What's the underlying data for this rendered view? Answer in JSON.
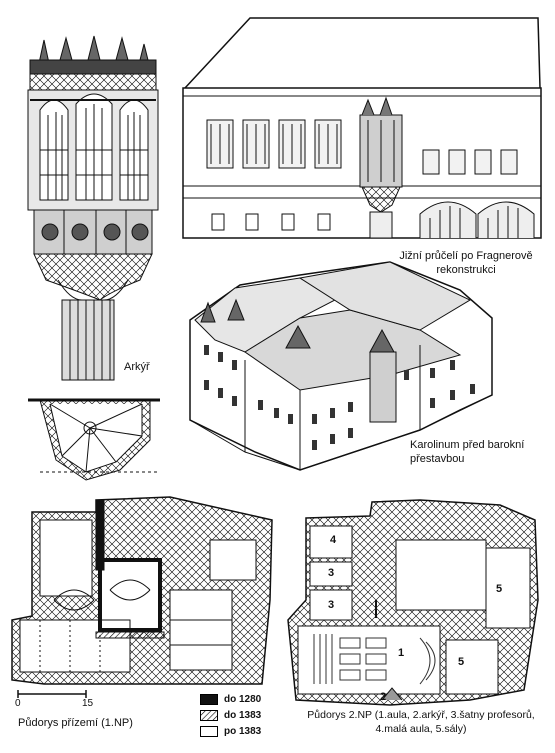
{
  "captions": {
    "south_facade_line1": "Jižní průčelí po Fragnerově",
    "south_facade_line2": "rekonstrukci",
    "oriel": "Arkýř",
    "karolinum_line1": "Karolinum před barokní",
    "karolinum_line2": "přestavbou",
    "ground_plan": "Půdorys přízemí (1.NP)",
    "second_floor_line1": "Půdorys 2.NP (1.aula, 2.arkýř, 3.šatny profesorů,",
    "second_floor_line2": "4.malá aula, 5.sály)"
  },
  "scale": {
    "zero": "0",
    "fifteen": "15"
  },
  "legend": [
    {
      "label": "do 1280",
      "fill": "#111111"
    },
    {
      "label": "do 1383",
      "fill": "hatch"
    },
    {
      "label": "po 1383",
      "fill": "#ffffff"
    }
  ],
  "room_numbers": {
    "aula": "1",
    "arkyr": "2",
    "satny_a": "3",
    "satny_b": "3",
    "mala_aula": "4",
    "saly_a": "5",
    "saly_b": "5"
  }
}
